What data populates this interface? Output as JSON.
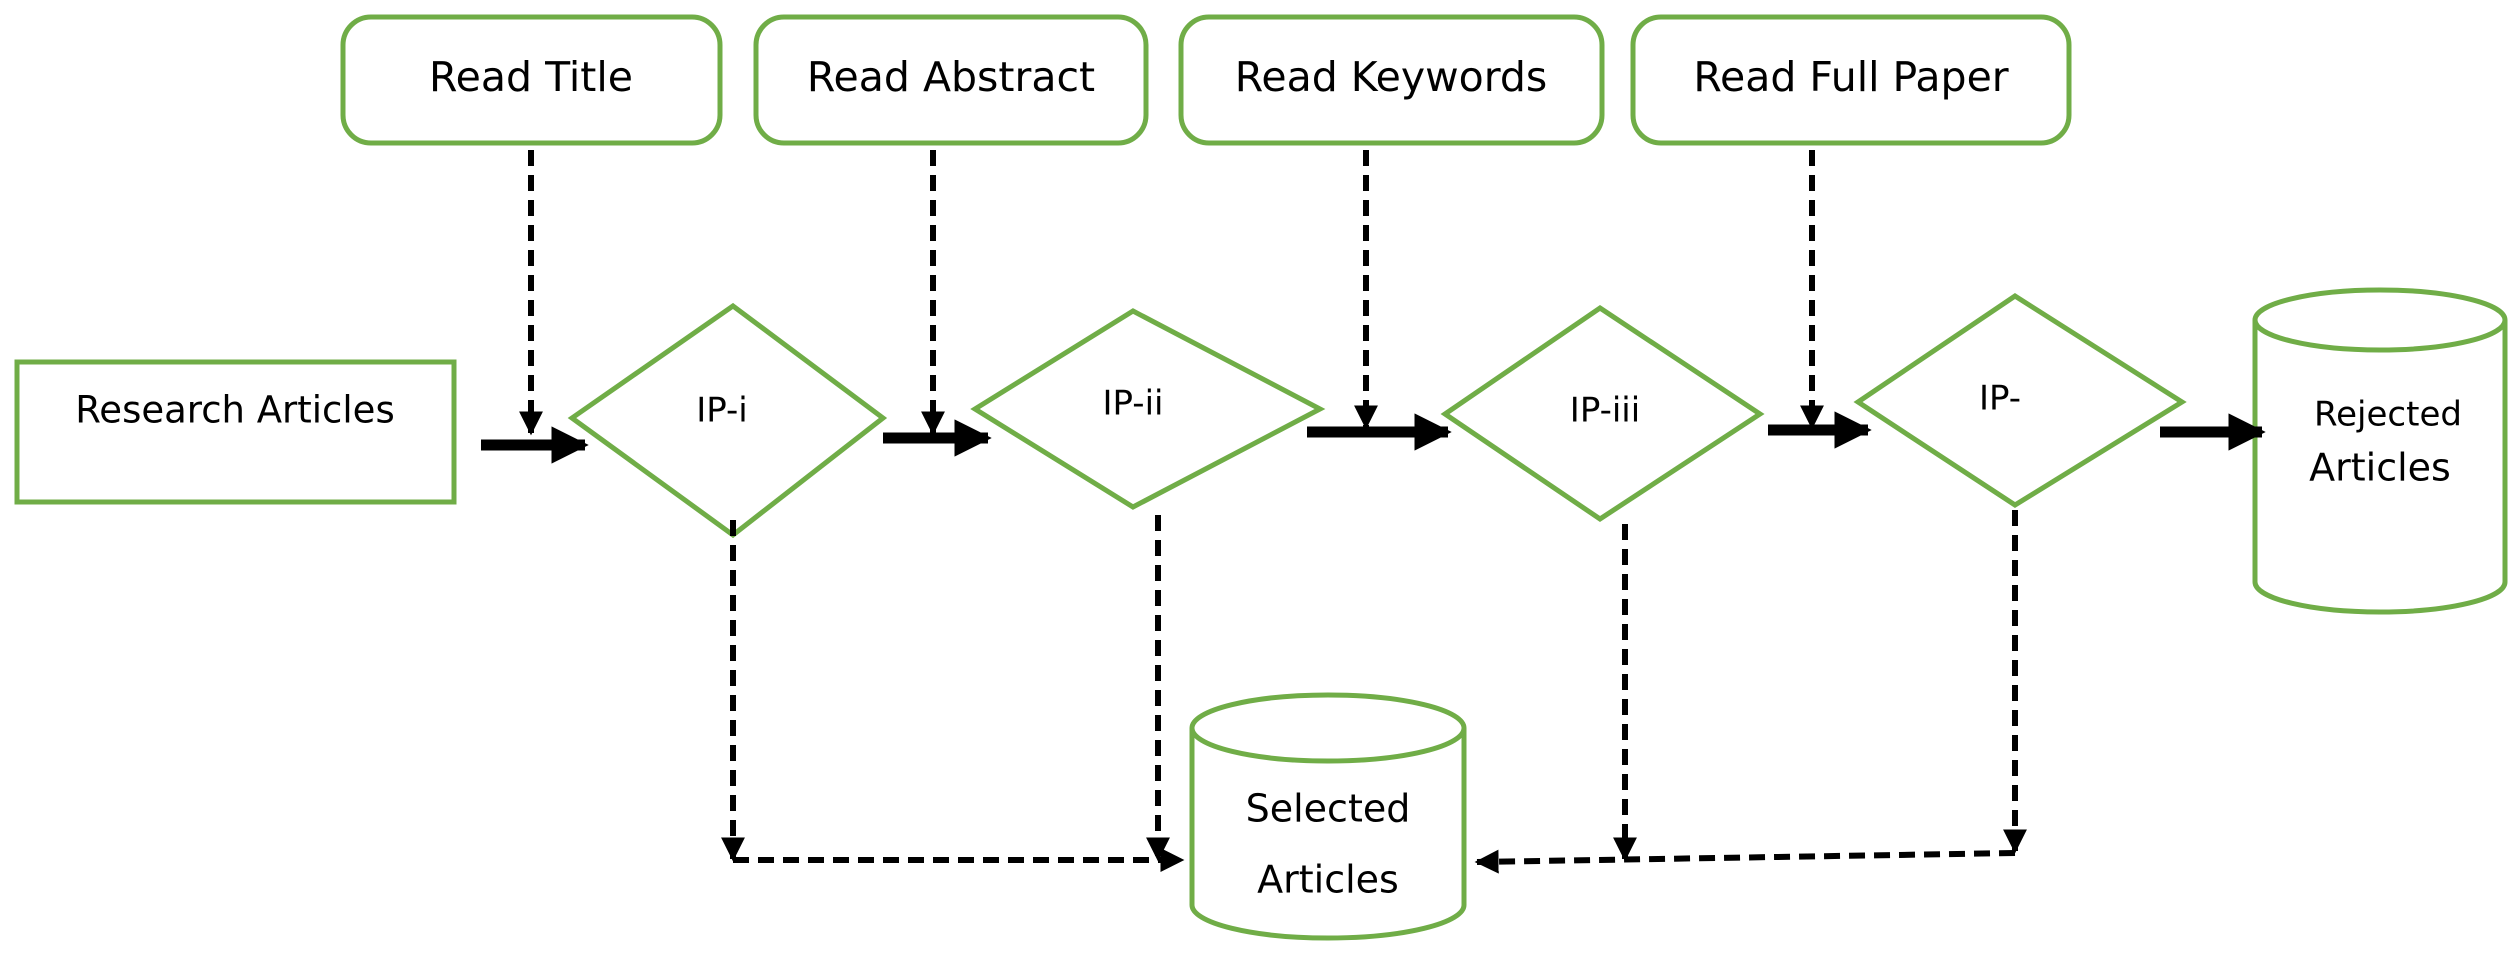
{
  "readers": [
    {
      "label": "Read Title"
    },
    {
      "label": "Read Abstract"
    },
    {
      "label": "Read Keywords"
    },
    {
      "label": "Read Full Paper"
    }
  ],
  "source": {
    "label": "Research Articles"
  },
  "decisions": [
    {
      "label": "IP-i"
    },
    {
      "label": "IP-ii"
    },
    {
      "label": "IP-iii"
    },
    {
      "label": "IP-"
    }
  ],
  "rejected": {
    "line1": "Rejected",
    "line2": "Articles"
  },
  "selected": {
    "line1": "Selected",
    "line2": "Articles"
  },
  "colors": {
    "node_border": "#70ad47",
    "arrow": "#000000",
    "background": "#ffffff"
  }
}
